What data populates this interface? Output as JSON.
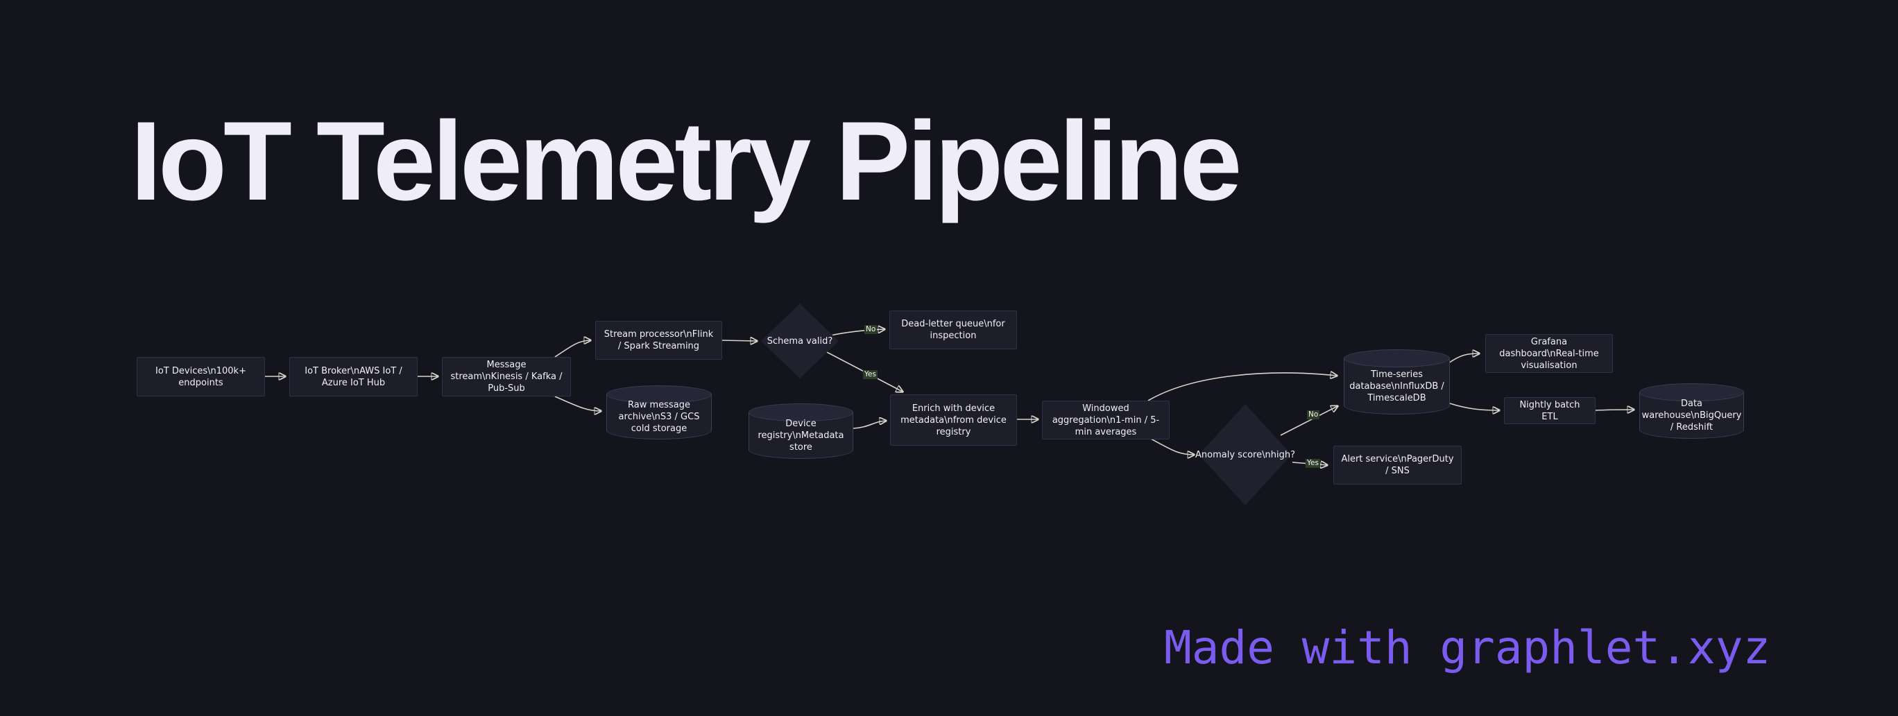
{
  "title": "IoT Telemetry Pipeline",
  "footer": {
    "credit": "Made with graphlet.xyz"
  },
  "colors": {
    "background": "#14141d",
    "node_fill": "#1e1e2b",
    "node_border": "#30304a",
    "cylinder_top": "#262637",
    "text": "#f1f0f7",
    "title_text": "#eeedf8",
    "edge": "#d6d5cb",
    "badge_background": "#2b3c27",
    "badge_text": "#f4f4f2",
    "accent_purple": "#7c5cf0"
  },
  "diagram": {
    "nodes": [
      {
        "id": "iot-devices",
        "shape": "rectangle",
        "label": "IoT Devices\\n100k+ endpoints"
      },
      {
        "id": "iot-broker",
        "shape": "rectangle",
        "label": "IoT Broker\\nAWS IoT / Azure IoT Hub"
      },
      {
        "id": "message-stream",
        "shape": "rectangle",
        "label": "Message stream\\nKinesis / Kafka / Pub-Sub"
      },
      {
        "id": "stream-processor",
        "shape": "rectangle",
        "label": "Stream processor\\nFlink / Spark Streaming"
      },
      {
        "id": "raw-archive",
        "shape": "cylinder",
        "label": "Raw message archive\\nS3 / GCS cold storage"
      },
      {
        "id": "schema-valid",
        "shape": "diamond",
        "label": "Schema valid?"
      },
      {
        "id": "dead-letter",
        "shape": "rectangle",
        "label": "Dead-letter queue\\nfor inspection"
      },
      {
        "id": "device-registry",
        "shape": "cylinder",
        "label": "Device registry\\nMetadata store"
      },
      {
        "id": "enrich",
        "shape": "rectangle",
        "label": "Enrich with device metadata\\nfrom device registry"
      },
      {
        "id": "windowed-agg",
        "shape": "rectangle",
        "label": "Windowed aggregation\\n1-min / 5-min averages"
      },
      {
        "id": "anomaly-score",
        "shape": "diamond",
        "label": "Anomaly score\\nhigh?"
      },
      {
        "id": "timeseries-db",
        "shape": "cylinder",
        "label": "Time-series database\\nInfluxDB / TimescaleDB"
      },
      {
        "id": "grafana",
        "shape": "rectangle",
        "label": "Grafana dashboard\\nReal-time visualisation"
      },
      {
        "id": "nightly-etl",
        "shape": "rectangle",
        "label": "Nightly batch ETL"
      },
      {
        "id": "alert-service",
        "shape": "rectangle",
        "label": "Alert service\\nPagerDuty / SNS"
      },
      {
        "id": "data-warehouse",
        "shape": "cylinder",
        "label": "Data warehouse\\nBigQuery / Redshift"
      }
    ],
    "edge_labels": [
      {
        "id": "schema-no",
        "text": "No"
      },
      {
        "id": "schema-yes",
        "text": "Yes"
      },
      {
        "id": "anomaly-no",
        "text": "No"
      },
      {
        "id": "anomaly-yes",
        "text": "Yes"
      }
    ]
  }
}
